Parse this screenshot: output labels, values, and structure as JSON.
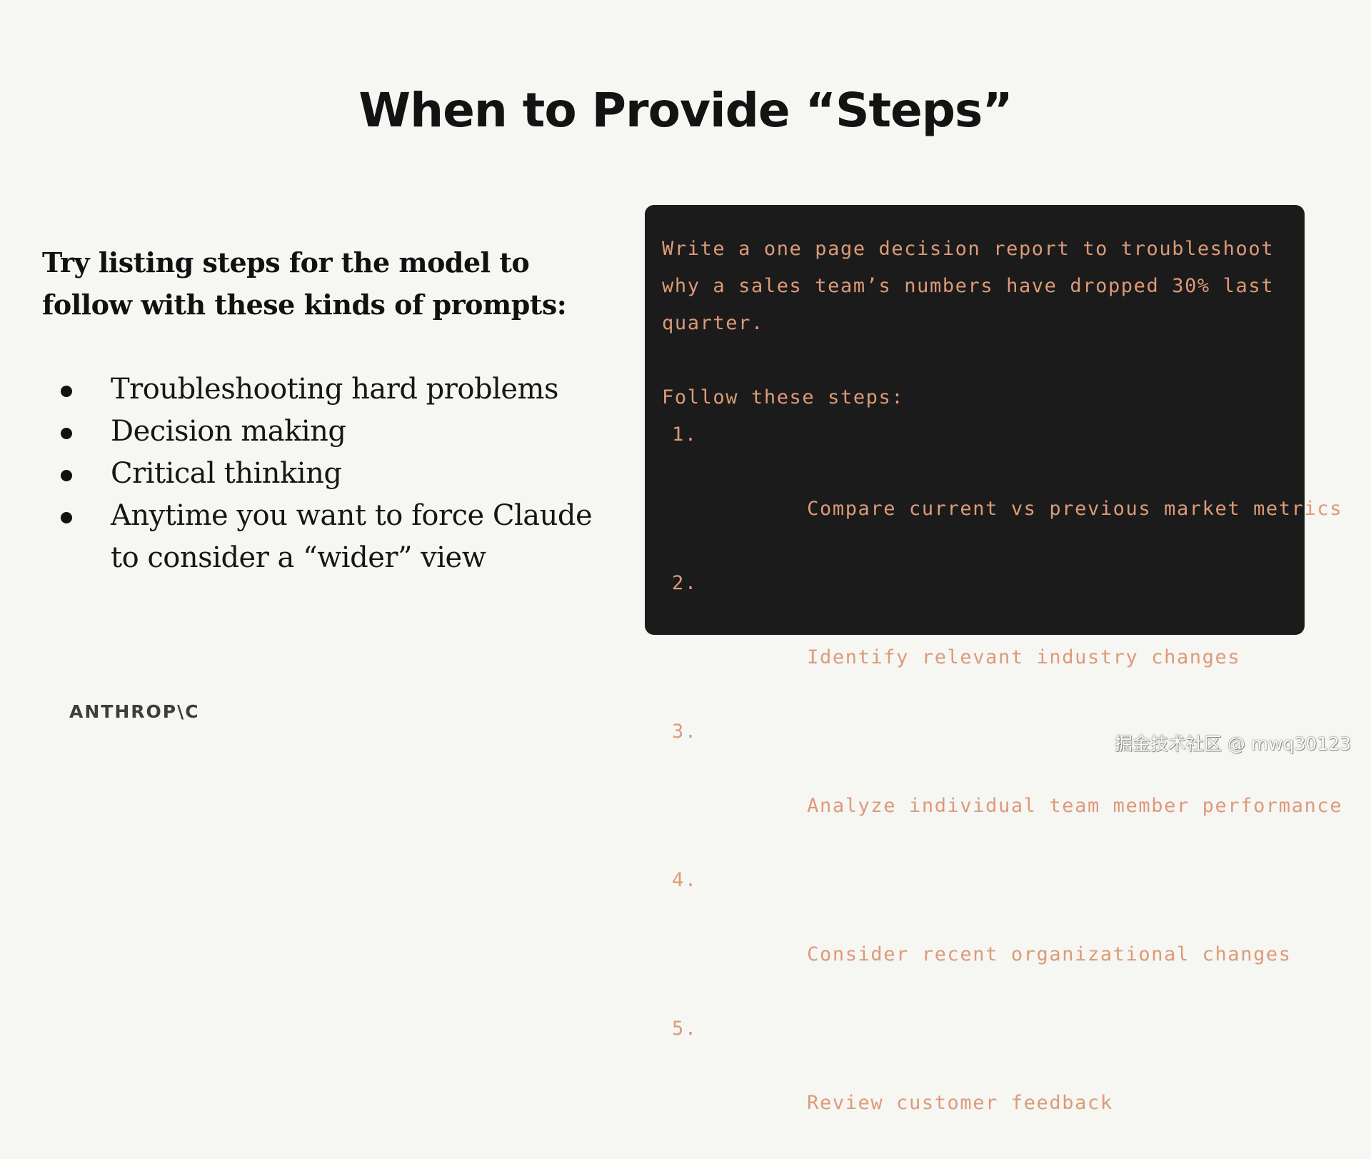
{
  "slide": {
    "title": "When to Provide “Steps”",
    "intro_line_1": "Try listing steps for the model to",
    "intro_line_2": "follow with these kinds of prompts:",
    "bullets": [
      {
        "line_1": "Troubleshooting hard problems",
        "line_2": ""
      },
      {
        "line_1": "Decision making",
        "line_2": ""
      },
      {
        "line_1": "Critical thinking",
        "line_2": ""
      },
      {
        "line_1": "Anytime you want to force Claude",
        "line_2": "to consider a “wider” view"
      }
    ]
  },
  "prompt_panel": {
    "lines": [
      "Write a one page decision report to troubleshoot",
      "why a sales team’s numbers have dropped 30% last",
      "quarter."
    ],
    "steps_heading": "Follow these steps:",
    "steps": [
      {
        "number": "1.",
        "text": "Compare current vs previous market metrics"
      },
      {
        "number": "2.",
        "text": "Identify relevant industry changes"
      },
      {
        "number": "3.",
        "text": "Analyze individual team member performance"
      },
      {
        "number": "4.",
        "text": "Consider recent organizational changes"
      },
      {
        "number": "5.",
        "text": "Review customer feedback"
      }
    ],
    "text_color": "#dd9a78",
    "background_color": "#1b1b1b"
  },
  "footer": {
    "logo_text": "ANTHROP\\C",
    "watermark": "掘金技术社区 @ mwq30123"
  }
}
